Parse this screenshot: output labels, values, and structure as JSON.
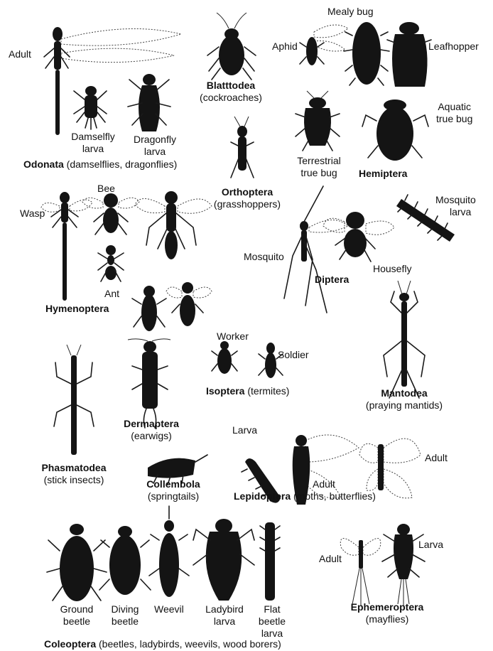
{
  "odonata": {
    "adult": "Adult",
    "damselfly_larva": [
      "Damselfly",
      "larva"
    ],
    "dragonfly_larva": [
      "Dragonfly",
      "larva"
    ],
    "order": "Odonata",
    "common": " (damselflies, dragonflies)"
  },
  "blattodea": {
    "order": "Blatttodea",
    "common": "(cockroaches)"
  },
  "hemiptera": {
    "mealy_bug": "Mealy bug",
    "aphid": "Aphid",
    "leafhopper": "Leafhopper",
    "aquatic": [
      "Aquatic",
      "true bug"
    ],
    "terrestrial": [
      "Terrestrial",
      "true bug"
    ],
    "order": "Hemiptera"
  },
  "orthoptera": {
    "order": "Orthoptera",
    "common": "(grasshoppers)"
  },
  "hymenoptera": {
    "bee": "Bee",
    "wasp": "Wasp",
    "ant": "Ant",
    "order": "Hymenoptera"
  },
  "diptera": {
    "mosquito_larva": [
      "Mosquito",
      "larva"
    ],
    "mosquito": "Mosquito",
    "housefly": "Housefly",
    "order": "Diptera"
  },
  "isoptera": {
    "worker": "Worker",
    "soldier": "Soldier",
    "order": "Isoptera",
    "common": " (termites)"
  },
  "mantodea": {
    "order": "Mantodea",
    "common": "(praying mantids)"
  },
  "dermaptera": {
    "order": "Dermaptera",
    "common": "(earwigs)"
  },
  "phasmatodea": {
    "order": "Phasmatodea",
    "common": "(stick insects)"
  },
  "collembola": {
    "order": "Collembola",
    "common": "(springtails)"
  },
  "lepidoptera": {
    "larva": "Larva",
    "adult1": "Adult",
    "adult2": "Adult",
    "order": "Lepidoptera",
    "common": " (moths, butterflies)"
  },
  "coleoptera": {
    "ground": [
      "Ground",
      "beetle"
    ],
    "diving": [
      "Diving",
      "beetle"
    ],
    "weevil": "Weevil",
    "ladybird": [
      "Ladybird",
      "larva"
    ],
    "flat": [
      "Flat",
      "beetle",
      "larva"
    ],
    "order": "Coleoptera",
    "common": " (beetles, ladybirds, weevils, wood borers)"
  },
  "ephemeroptera": {
    "adult": "Adult",
    "larva": "Larva",
    "order": "Ephemeroptera",
    "common": "(mayflies)"
  }
}
